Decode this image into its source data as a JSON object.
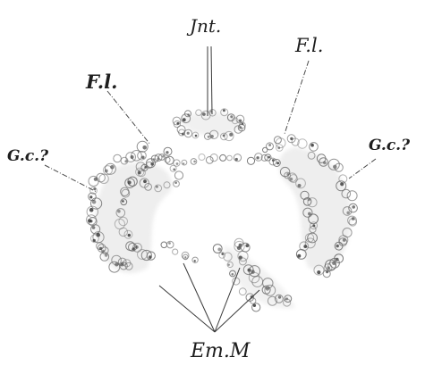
{
  "labels": {
    "int": "Jnt.",
    "fl_left": "F.l.",
    "fl_right": "F.l.",
    "gc_left": "G.c.?",
    "gc_right": "G.c.?",
    "em_m": "Em.M"
  }
}
